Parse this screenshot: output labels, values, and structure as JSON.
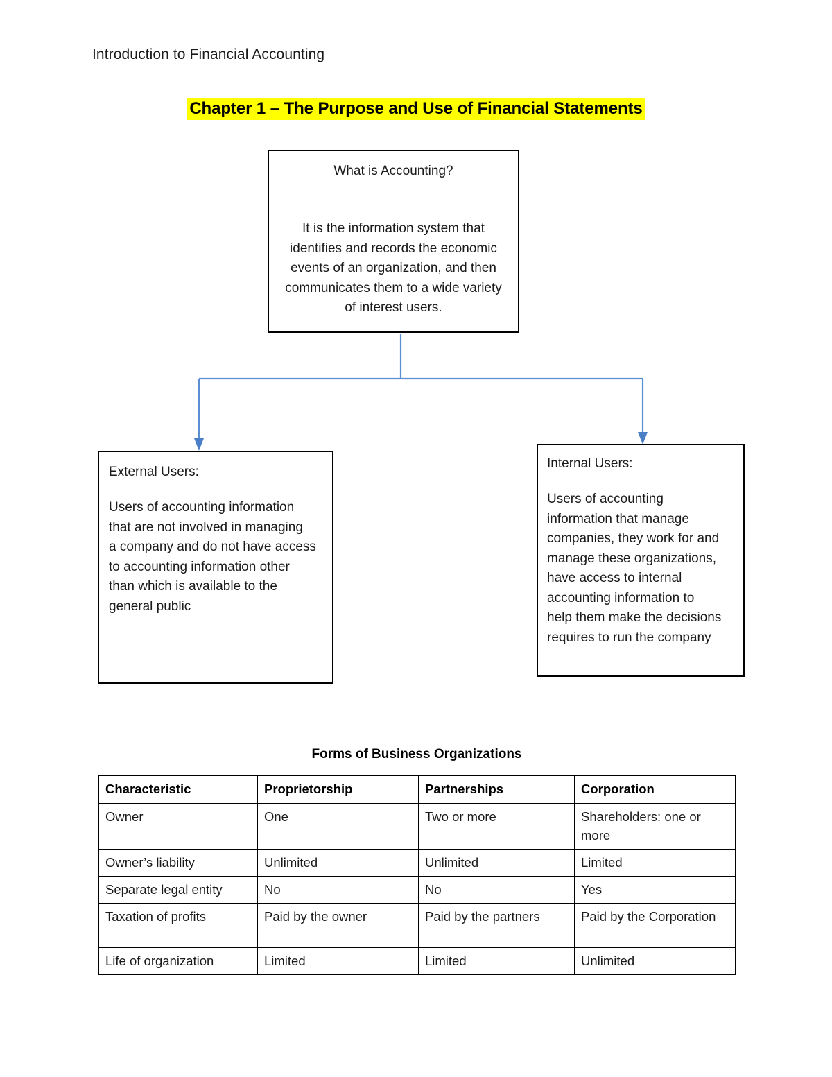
{
  "document": {
    "header": "Introduction to Financial Accounting",
    "chapter_title": "Chapter 1 – The Purpose and Use of Financial Statements",
    "highlight_color": "#ffff00",
    "connector_color": "#5b8fd4"
  },
  "accounting_box": {
    "heading": "What is Accounting?",
    "body_lines": [
      "It is the information system that",
      "identifies and records the economic",
      "events of an organization, and then",
      "communicates them to a wide variety",
      "of interest users."
    ]
  },
  "external_users_box": {
    "heading": "External Users:",
    "body_lines": [
      "Users of accounting information",
      "that are not involved in managing",
      "a company and do not have access",
      "to accounting information other",
      "than which is available to the",
      "general public"
    ]
  },
  "internal_users_box": {
    "heading": "Internal Users:",
    "body_lines": [
      "Users of accounting",
      "information that manage",
      "companies, they work for and",
      "manage these organizations,",
      "have access to internal",
      "accounting information to",
      "help them make the decisions",
      "requires to run the company"
    ]
  },
  "forms_table": {
    "title": "Forms of Business Organizations",
    "headers": [
      "Characteristic",
      "Proprietorship",
      "Partnerships",
      "Corporation"
    ],
    "rows": [
      [
        "Owner",
        "One",
        "Two or more",
        "Shareholders: one or more"
      ],
      [
        "Owner’s liability",
        "Unlimited",
        "Unlimited",
        "Limited"
      ],
      [
        "Separate legal entity",
        "No",
        "No",
        "Yes"
      ],
      [
        "Taxation of profits",
        "Paid by the owner",
        "Paid by the partners",
        "Paid by the Corporation"
      ],
      [
        "Life of organization",
        "Limited",
        "Limited",
        "Unlimited"
      ]
    ]
  }
}
